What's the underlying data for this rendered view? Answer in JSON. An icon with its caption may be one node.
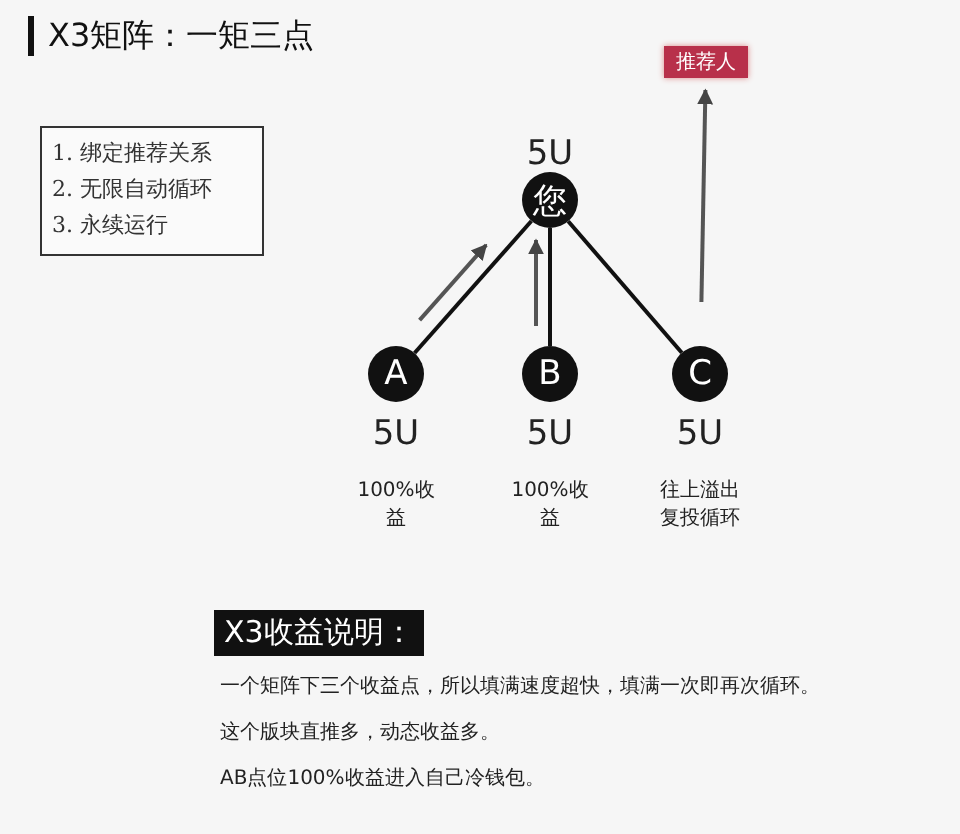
{
  "diagram": {
    "title": "X3矩阵：一矩三点",
    "nodes": [
      {
        "text": [
          "1. 绑定推荐关系",
          "2. 无限自动循环",
          "3. 永续运行"
        ]
      },
      {
        "text": [
          "您"
        ],
        "beside": [
          "5U"
        ]
      },
      {
        "text": [
          "A"
        ],
        "beside": [
          "5U",
          "100%收益"
        ]
      },
      {
        "text": [
          "B"
        ],
        "beside": [
          "5U",
          "100%收益"
        ]
      },
      {
        "text": [
          "C"
        ],
        "beside": [
          "5U",
          "往上溢出复投循环"
        ]
      },
      {
        "text": [
          "推荐人"
        ]
      }
    ],
    "edges": [
      {
        "from": 1,
        "to": 2,
        "arrow": "none"
      },
      {
        "from": 1,
        "to": 3,
        "arrow": "none"
      },
      {
        "from": 1,
        "to": 4,
        "arrow": "none"
      },
      {
        "from": 2,
        "to": 1,
        "arrow": "to",
        "color": "#555555"
      },
      {
        "from": 3,
        "to": 1,
        "arrow": "to",
        "color": "#555555"
      },
      {
        "from": 4,
        "to": 5,
        "arrow": "to",
        "color": "#555555"
      }
    ],
    "labels": [
      "X3收益说明：",
      "一个矩阵下三个收益点，所以填满速度超快，填满一次即再次循环。",
      "这个版块直推多，动态收益多。",
      "AB点位100%收益进入自己冷钱包。"
    ]
  }
}
